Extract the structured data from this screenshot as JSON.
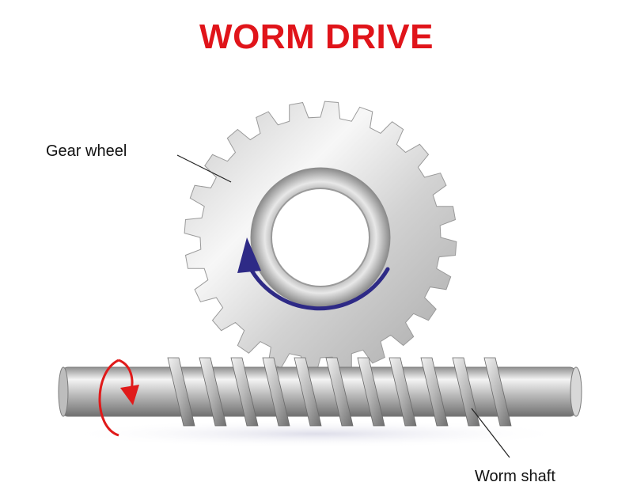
{
  "title": "WORM DRIVE",
  "labels": {
    "gear_wheel": "Gear wheel",
    "worm_shaft": "Worm shaft"
  },
  "colors": {
    "title": "#e0141a",
    "rotation_arrow_gear": "#2e2a86",
    "rotation_arrow_shaft": "#e01a1a",
    "leader_line": "#222222"
  }
}
